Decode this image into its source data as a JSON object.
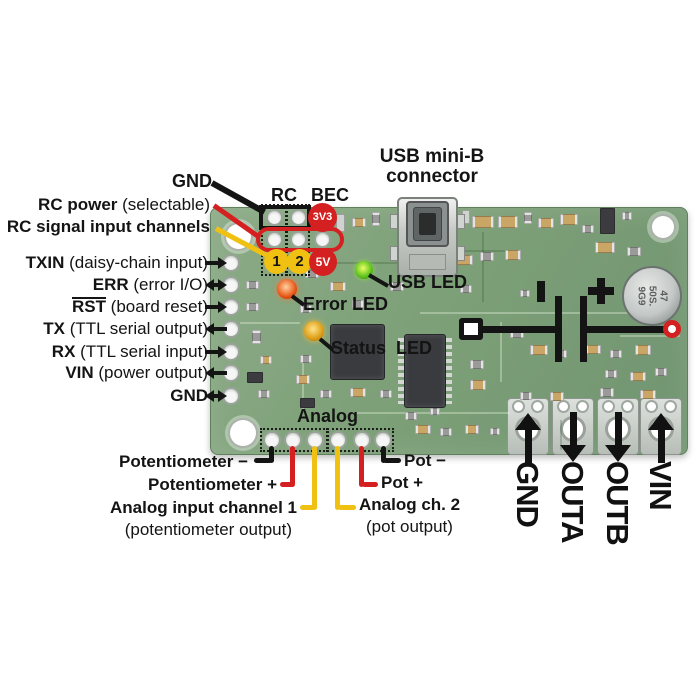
{
  "colors": {
    "annotation_red": "#d42020",
    "annotation_yellow": "#f0c113",
    "annotation_black": "#141414",
    "board_green": "#7da078",
    "led_green": "#63c61e",
    "led_red": "#e85515",
    "led_amber": "#dd9d15"
  },
  "labels": {
    "usb_connector": {
      "line1": "USB mini-B",
      "line2": "connector"
    },
    "usb_led": "USB LED",
    "error_led": "Error LED",
    "status_led": "Status  LED",
    "header": {
      "rc": "RC",
      "bec": "BEC",
      "v3": "3V3",
      "v5": "5V",
      "n1": "1",
      "n2": "2"
    },
    "top_left": {
      "gnd": "GND",
      "rc_power_bold": "RC power",
      "rc_power_rest": " (selectable)",
      "rc_signal": "RC signal input channels"
    },
    "left_pins": [
      {
        "bold": "TXIN",
        "rest": " (daisy-chain input)"
      },
      {
        "bold": "ERR",
        "rest": " (error I/O)"
      },
      {
        "bold": "RST",
        "rest": " (board reset)"
      },
      {
        "bold": "TX",
        "rest": " (TTL serial output)"
      },
      {
        "bold": "RX",
        "rest": " (TTL serial input)"
      },
      {
        "bold": "VIN",
        "rest": " (power output)"
      },
      {
        "bold": "GND",
        "rest": ""
      }
    ],
    "analog": {
      "title": "Analog",
      "pot_minus": "Potentiometer −",
      "pot_plus": "Potentiometer +",
      "ch1": "Analog input channel 1",
      "ch1_sub": "(potentiometer output)",
      "pot2_minus": "Pot −",
      "pot2_plus": "Pot +",
      "ch2": "Analog ch. 2",
      "ch2_sub": "(pot output)"
    },
    "power_pads": [
      {
        "label": "GND"
      },
      {
        "label": "OUTA"
      },
      {
        "label": "OUTB"
      },
      {
        "label": "VIN"
      }
    ],
    "capacitor_marking": [
      "47",
      "50S.",
      "9G9"
    ]
  }
}
